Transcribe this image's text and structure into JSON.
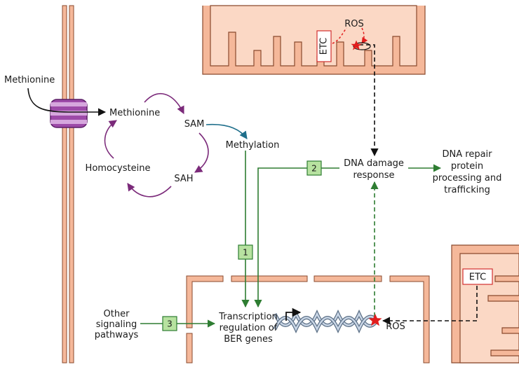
{
  "colors": {
    "membrane_fill": "#f5b89a",
    "membrane_stroke": "#8a4a2e",
    "matrix_fill": "#fbd8c5",
    "cycle": "#7b2a7a",
    "methylation": "#1f6f8b",
    "green": "#2e7d32",
    "step_fill": "#b7e2a0",
    "ros": "#e11d1d",
    "etc_border": "#d32f2f",
    "black": "#111111"
  },
  "labels": {
    "methionine_outside": "Methionine",
    "methionine_inside": "Methionine",
    "sam": "SAM",
    "sah": "SAH",
    "homocysteine": "Homocysteine",
    "methylation": "Methylation",
    "dna_damage_l1": "DNA damage",
    "dna_damage_l2": "response",
    "dna_repair_l1": "DNA repair",
    "dna_repair_l2": "protein",
    "dna_repair_l3": "processing and",
    "dna_repair_l4": "trafficking",
    "other_l1": "Other",
    "other_l2": "signaling",
    "other_l3": "pathways",
    "transcription_l1": "Transcription",
    "transcription_l2": "regulation of",
    "transcription_l3": "BER genes",
    "ros_top": "ROS",
    "ros_bottom": "ROS",
    "etc_top": "ETC",
    "etc_bottom": "ETC"
  },
  "steps": {
    "one": "1",
    "two": "2",
    "three": "3"
  }
}
